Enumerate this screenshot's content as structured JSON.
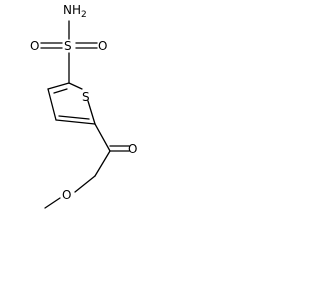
{
  "structure": {
    "atoms": {
      "sulfonamide_n": "NH",
      "sulfonamide_n_subscript": "2",
      "sulfonyl_s": "S",
      "sulfonyl_o_left": "O",
      "sulfonyl_o_right": "O",
      "ring_s": "S",
      "ketone_o": "O",
      "ether_o": "O"
    }
  }
}
